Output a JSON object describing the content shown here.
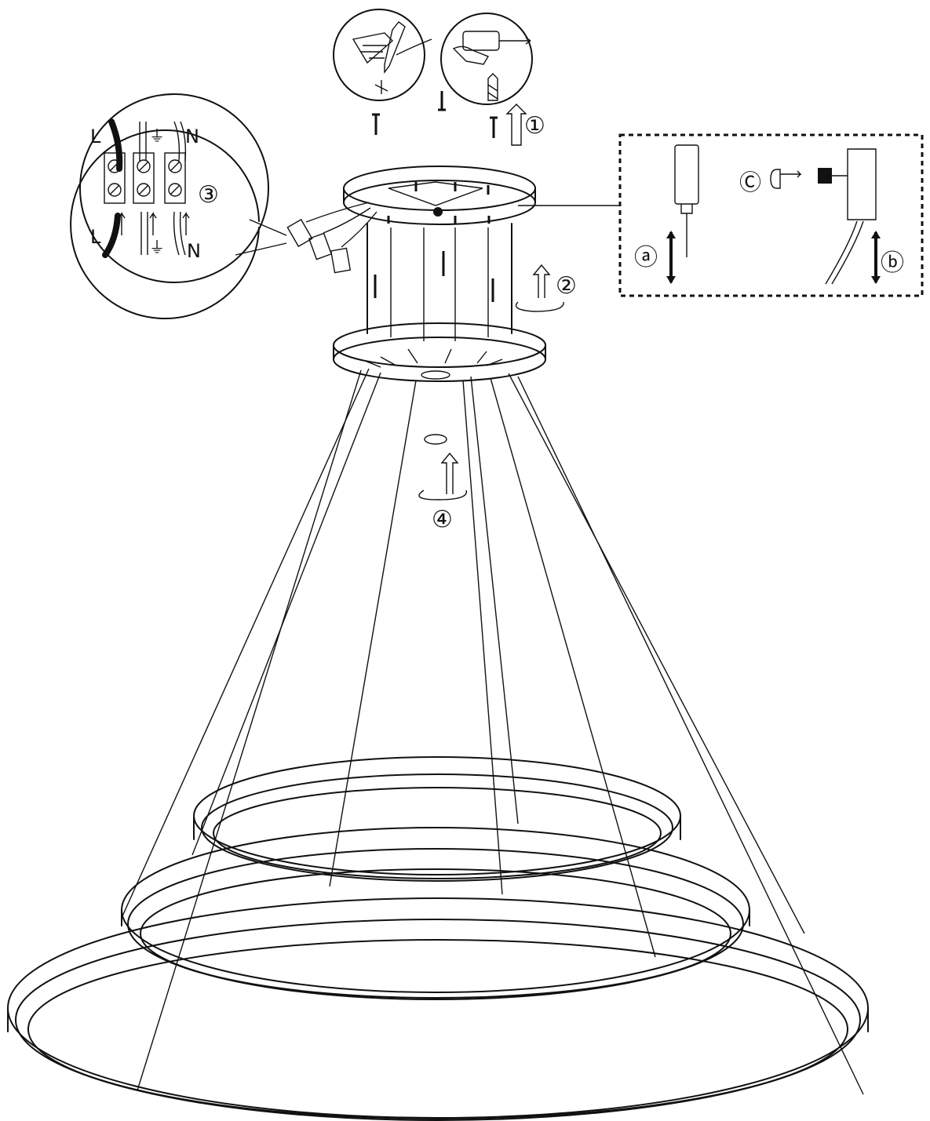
{
  "steps": {
    "step1": "①",
    "step2": "②",
    "step3": "③",
    "step4": "④"
  },
  "wiring": {
    "live_top": "L",
    "neutral_top": "N",
    "live_bottom": "L",
    "neutral_bottom": "N",
    "earth_symbol": "⏚"
  },
  "detail": {
    "a": "ⓐ",
    "b": "ⓑ",
    "c": "Ⓒ"
  },
  "icons": [
    "mark-with-pencil-icon",
    "drill-icon",
    "screw-icon",
    "earth-symbol-icon",
    "rotate-arrow-icon"
  ],
  "colors": {
    "ink": "#111111",
    "background": "#ffffff"
  }
}
